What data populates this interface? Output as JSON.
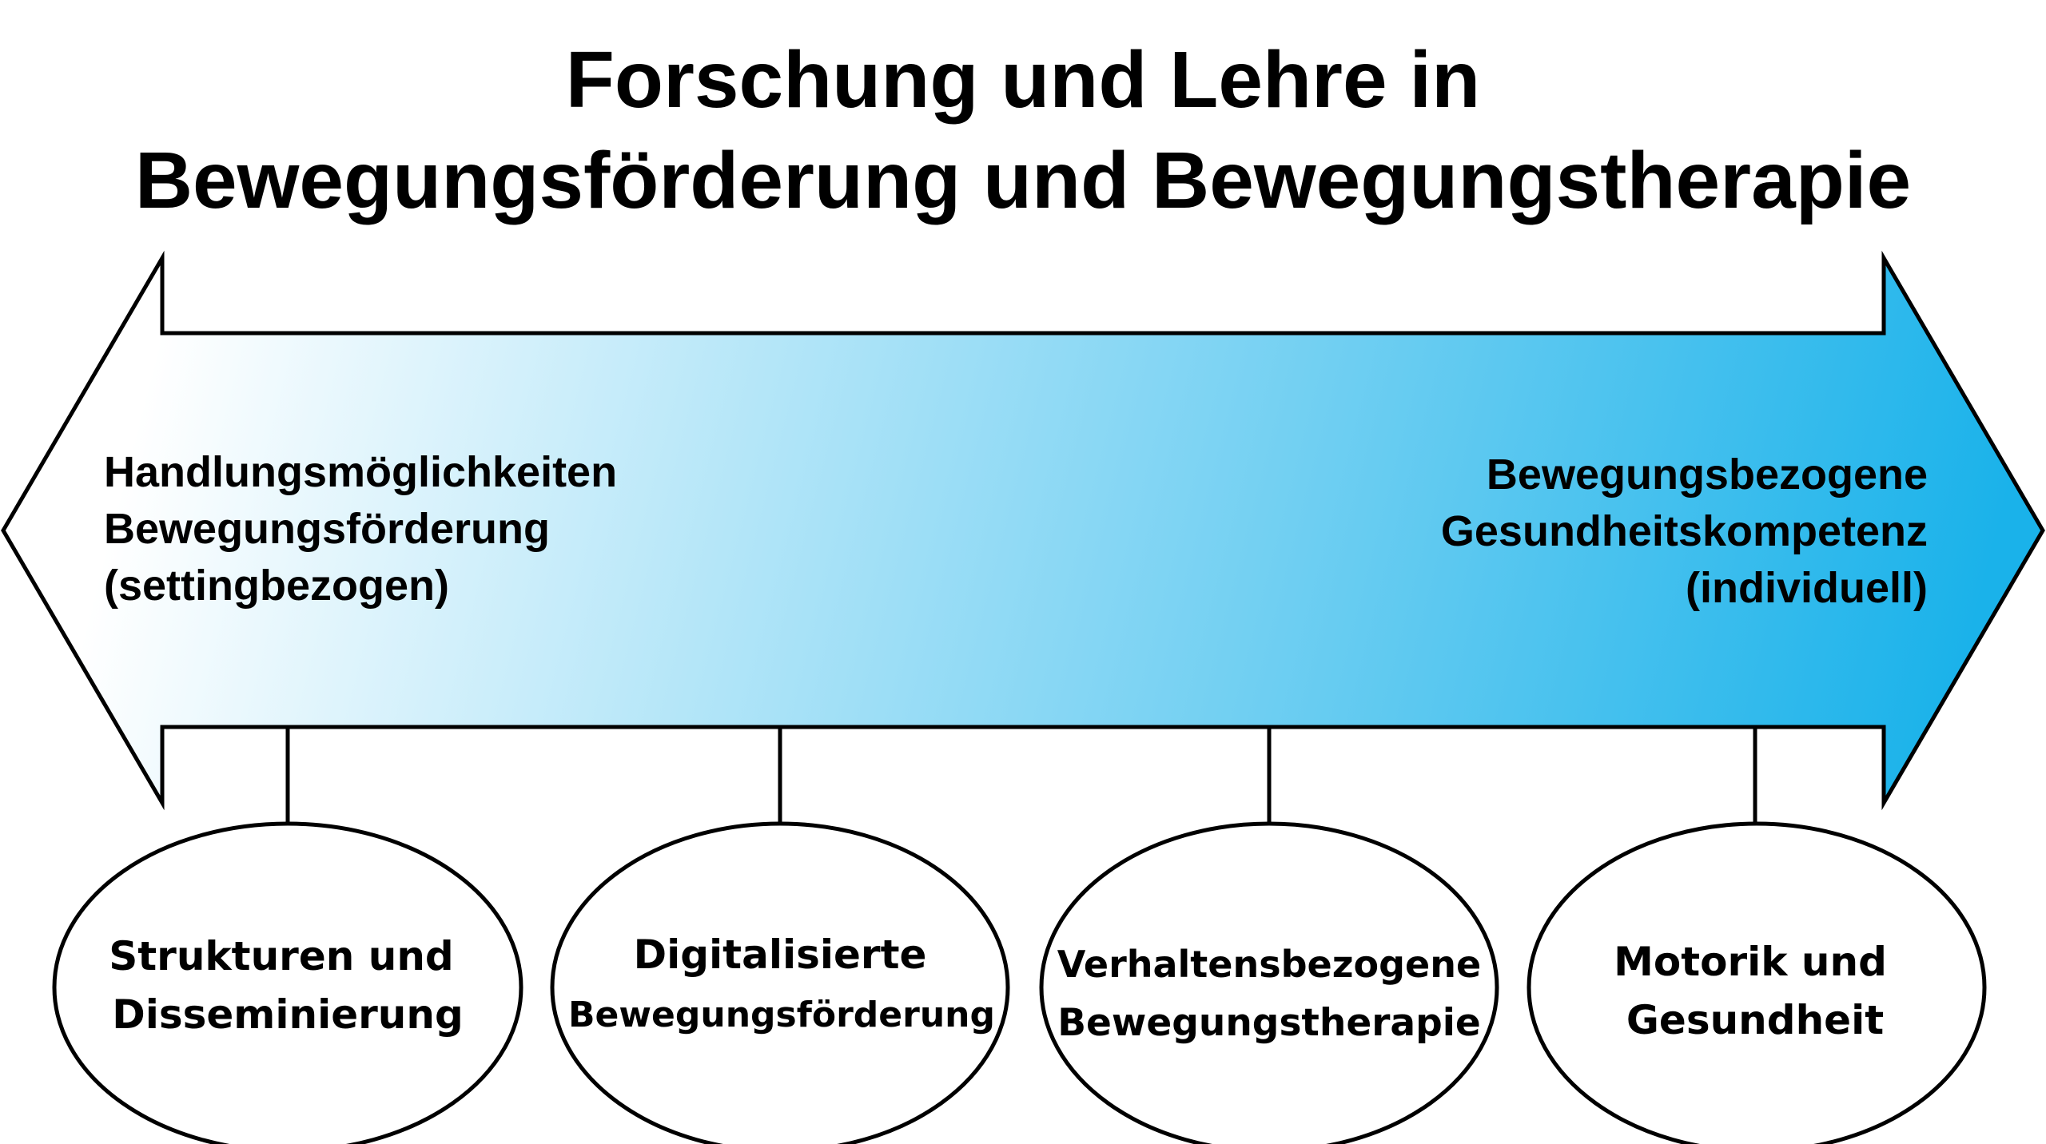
{
  "title": {
    "line1": "Forschung und Lehre in",
    "line2": "Bewegungsförderung und Bewegungstherapie"
  },
  "arrow": {
    "left_label": {
      "line1": "Handlungsmöglichkeiten",
      "line2": "Bewegungsförderung",
      "line3": "(settingbezogen)"
    },
    "right_label": {
      "line1": "Bewegungsbezogene",
      "line2": "Gesundheitskompetenz",
      "line3": "(individuell)"
    },
    "gradient_start_color": "#ffffff",
    "gradient_end_color": "#1ab2ea"
  },
  "nodes": [
    {
      "line1": "Strukturen und",
      "line2": "Disseminierung"
    },
    {
      "line1": "Digitalisierte",
      "line2": "Bewegungsförderung"
    },
    {
      "line1": "Verhaltensbezogene",
      "line2": "Bewegungstherapie"
    },
    {
      "line1": "Motorik und",
      "line2": "Gesundheit"
    }
  ]
}
